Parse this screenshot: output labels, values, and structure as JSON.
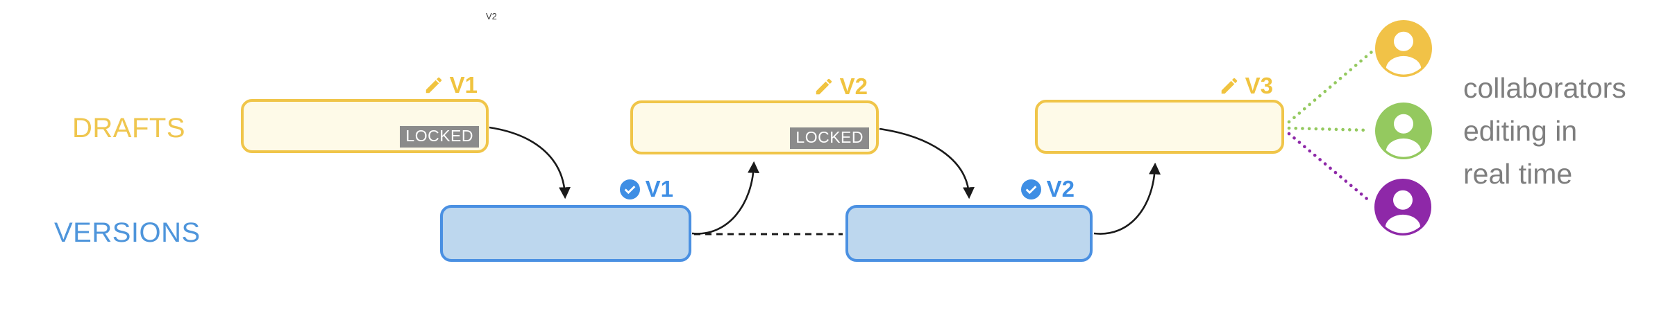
{
  "watermark": "V2",
  "row_labels": {
    "drafts": "DRAFTS",
    "versions": "VERSIONS"
  },
  "locked_badge": "LOCKED",
  "drafts": [
    {
      "label": "V1",
      "locked": true
    },
    {
      "label": "V2",
      "locked": true
    },
    {
      "label": "V3",
      "locked": false
    }
  ],
  "versions": [
    {
      "label": "V1"
    },
    {
      "label": "V2"
    }
  ],
  "collaborators": {
    "caption_lines": [
      "collaborators",
      "editing in",
      "real time"
    ],
    "avatars": [
      {
        "name": "yellow-collaborator",
        "color": "#F1C247"
      },
      {
        "name": "green-collaborator",
        "color": "#94C95F"
      },
      {
        "name": "purple-collaborator",
        "color": "#8E28A8"
      }
    ]
  },
  "colors": {
    "gold": "#F0C549",
    "gold_fill": "#FEFAE8",
    "blue": "#4A90E2",
    "blue_fill": "#BDD7EE",
    "caption_gray": "#7E7E7E",
    "badge_bg": "#8B8B8B",
    "green_dots": "#94C95F",
    "purple_dots": "#8E28A8",
    "arrow_black": "#1A1A1A"
  }
}
